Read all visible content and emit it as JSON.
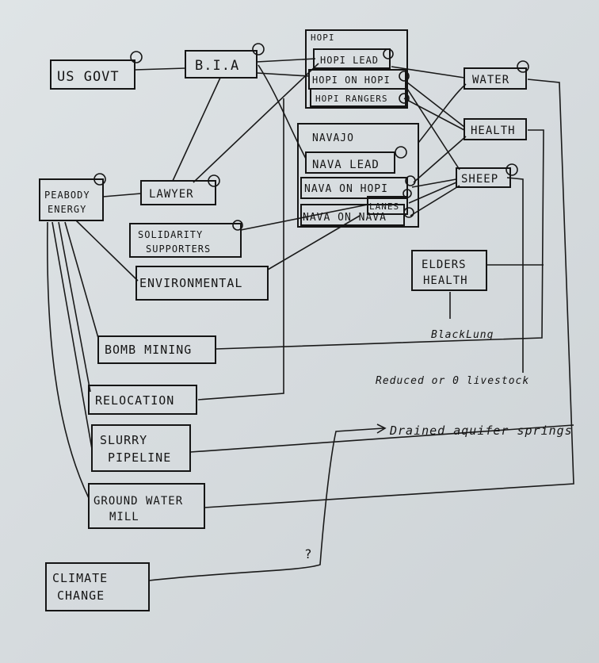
{
  "nodes": {
    "us_govt": "US GOVT",
    "bia": "B.I.A",
    "hopi": "HOPI",
    "hopi_lead": "HOPI LEAD",
    "hopi_on_hopi": "HOPI ON HOPI",
    "hopi_rangers": "HOPI RANGERS",
    "navajo": "NAVAJO",
    "nava_lead": "NAVA LEAD",
    "nava_on_hopi": "NAVA ON HOPI",
    "lanes": "LANES",
    "nava_on_nava": "NAVA ON NAVA",
    "water": "WATER",
    "health": "HEALTH",
    "sheep": "SHEEP",
    "peabody_1": "PEABODY",
    "peabody_2": "ENERGY",
    "lawyer": "LAWYER",
    "solidarity_1": "SOLIDARITY",
    "solidarity_2": "SUPPORTERS",
    "environmental": "ENVIRONMENTAL",
    "elders_1": "ELDERS",
    "elders_2": "HEALTH",
    "black_lung": "BlackLung",
    "bomb_mining": "BOMB MINING",
    "reduced_livestock": "Reduced or 0 livestock",
    "relocation": "RELOCATION",
    "slurry_1": "SLURRY",
    "slurry_2": "PIPELINE",
    "drained_aquifer": "Drained aquifer springs",
    "ground_water_1": "GROUND WATER",
    "ground_water_2": "MILL",
    "question": "?",
    "climate_1": "CLIMATE",
    "climate_2": "CHANGE"
  },
  "colors": {
    "ink": "#151515",
    "paper": "#d9dee1",
    "background": "#3b6f4a"
  }
}
